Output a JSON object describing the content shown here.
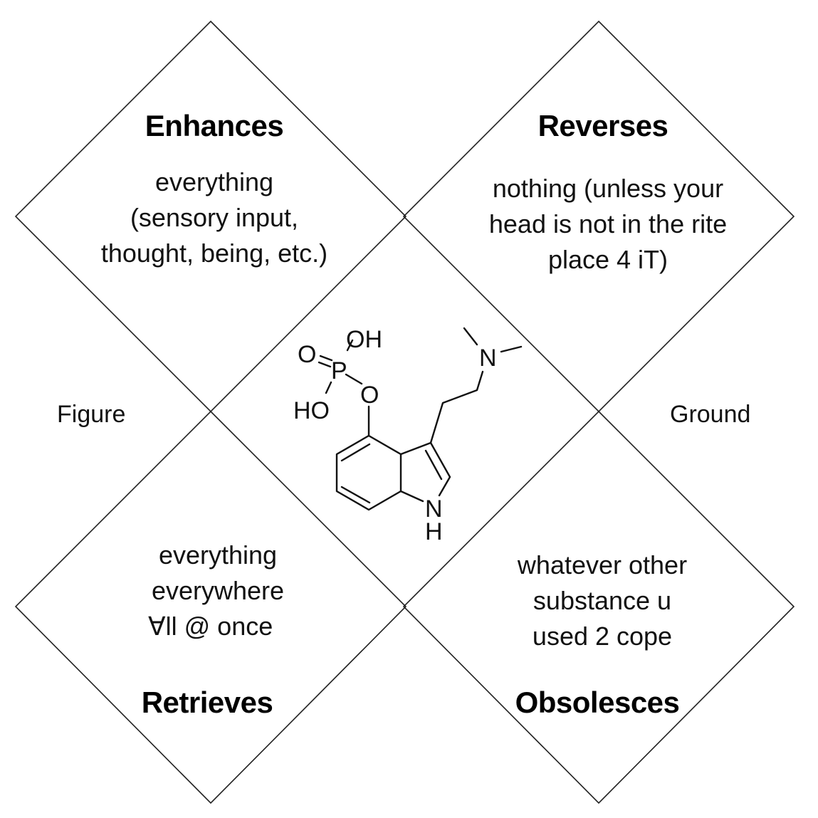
{
  "figure_label": "Figure",
  "ground_label": "Ground",
  "quadrants": {
    "enhances": {
      "title": "Enhances",
      "lines": [
        "everything",
        "(sensory input,",
        "thought, being, etc.)"
      ]
    },
    "reverses": {
      "title": "Reverses",
      "lines": [
        "nothing (unless your",
        "head is not in the rite",
        "place 4 iT)"
      ]
    },
    "retrieves": {
      "title": "Retrieves",
      "lines": [
        "everything",
        "everywhere",
        "∀ll @ once"
      ]
    },
    "obsolesces": {
      "title": "Obsolesces",
      "lines": [
        "whatever other",
        "substance u",
        "used 2 cope"
      ]
    }
  },
  "molecule": {
    "atoms": {
      "oh_top": "OH",
      "o_double": "O",
      "p": "P",
      "o_ester": "O",
      "ho": "HO",
      "n_amine": "N",
      "n_indole": "N",
      "h_indole": "H"
    }
  }
}
